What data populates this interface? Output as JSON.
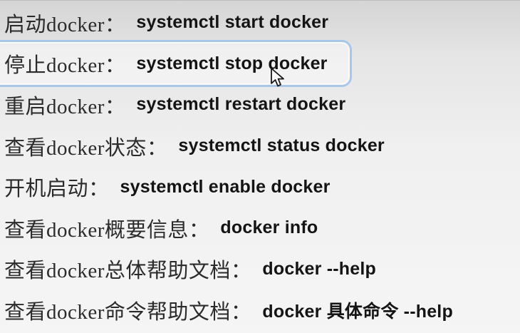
{
  "colors": {
    "background_top": "#d5d5d5",
    "background_bottom": "#f5f5f5",
    "text_label": "#2b2b2b",
    "text_command": "#141414",
    "selection_border": "#a9c7e8"
  },
  "cursor": {
    "icon": "arrow-pointer"
  },
  "lines": [
    {
      "label": "启动docker：",
      "command": "systemctl start docker",
      "highlighted": false
    },
    {
      "label": "停止docker：",
      "command": "systemctl stop docker",
      "highlighted": true
    },
    {
      "label": "重启docker：",
      "command": "systemctl restart docker",
      "highlighted": false
    },
    {
      "label": "查看docker状态：",
      "command": "systemctl status docker",
      "highlighted": false
    },
    {
      "label": "开机启动：",
      "command": "systemctl enable docker",
      "highlighted": false
    },
    {
      "label": "查看docker概要信息：",
      "command": "docker info",
      "highlighted": false
    },
    {
      "label": "查看docker总体帮助文档：",
      "command": "docker --help",
      "highlighted": false
    },
    {
      "label": "查看docker命令帮助文档：",
      "command": "docker 具体命令 --help",
      "highlighted": false
    }
  ]
}
